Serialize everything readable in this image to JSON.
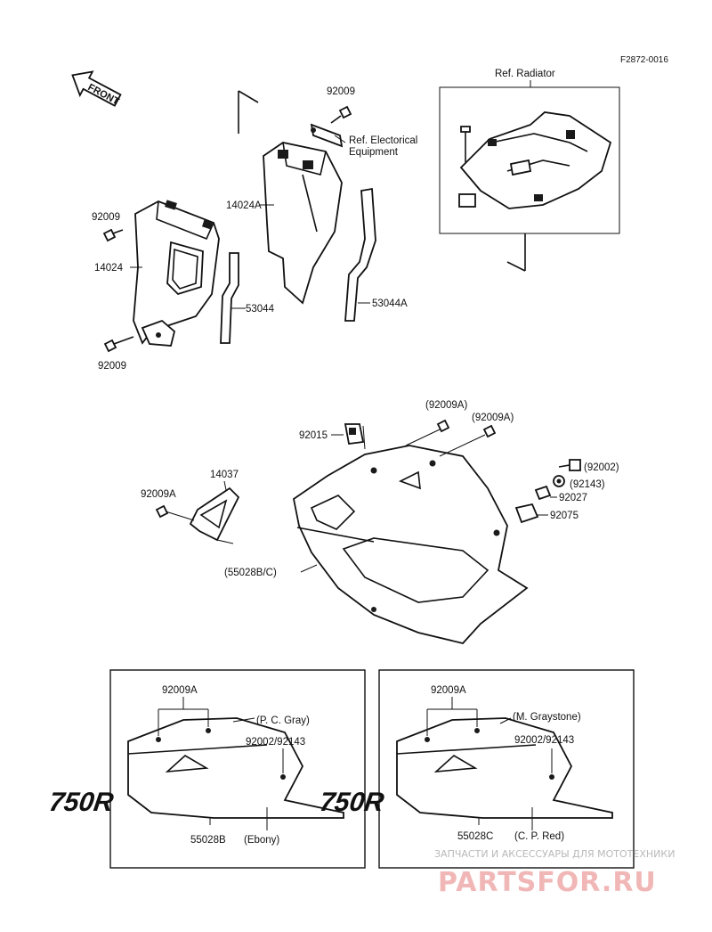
{
  "figure_code": "F2872-0016",
  "front_arrow": "FRONT",
  "refs": {
    "radiator": "Ref. Radiator",
    "electrical_line1": "Ref. Electorical",
    "electrical_line2": "Equipment"
  },
  "labels": {
    "p92009_top": "92009",
    "p92009_left": "92009",
    "p92009_bottom": "92009",
    "p14024": "14024",
    "p14024A": "14024A",
    "p53044": "53044",
    "p53044A": "53044A",
    "p92009A_a": "(92009A)",
    "p92009A_b": "(92009A)",
    "p92015": "92015",
    "p14037": "14037",
    "p92009A_c": "92009A",
    "p92002": "(92002)",
    "p92143": "(92143)",
    "p92027": "92027",
    "p92075": "92075",
    "p55028BC": "(55028B/C)"
  },
  "panels": [
    {
      "screw": "92009A",
      "color": "(P. C. Gray)",
      "bolt": "92002/92143",
      "logo": "750R",
      "part": "55028B",
      "lower_color": "(Ebony)"
    },
    {
      "screw": "92009A",
      "color": "(M. Graystone)",
      "bolt": "92002/92143",
      "logo": "750R",
      "part": "55028C",
      "lower_color": "(C. P. Red)"
    }
  ],
  "watermark": {
    "tagline": "ЗАПЧАСТИ И АКСЕССУАРЫ ДЛЯ МОТОТЕХНИКИ",
    "brand": "PARTSFOR.RU"
  }
}
